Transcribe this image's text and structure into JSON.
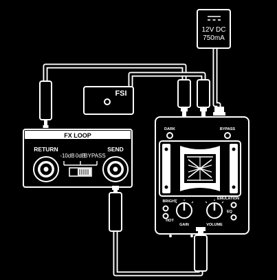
{
  "power_supply": {
    "symbol": "⎓",
    "voltage": "12V DC",
    "current": "750mA"
  },
  "fsi": {
    "label": "FSI"
  },
  "fx_loop": {
    "title": "FX LOOP",
    "return_label": "RETURN",
    "send_label": "SEND",
    "level_minus10": "-10dB",
    "level_0": "0dB",
    "bypass_label": "BYPASS"
  },
  "pedal": {
    "dark_label": "DARK",
    "bypass_label": "BYPASS",
    "bright_label": "BRIGHT",
    "emulation_label": "EMULATION",
    "hot_label": "HOT",
    "eq_label": "EQ",
    "gain_label": "GAIN",
    "volume_label": "VOLUME"
  },
  "colors": {
    "background": "#000000",
    "line": "#ffffff"
  }
}
